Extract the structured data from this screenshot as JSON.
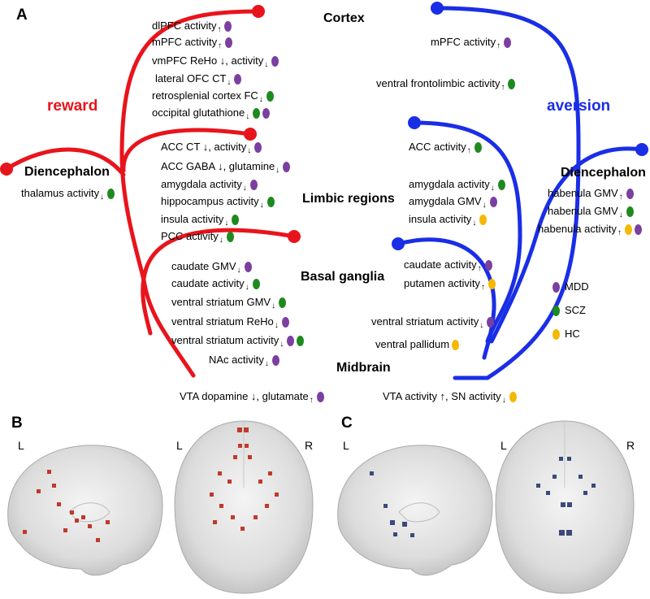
{
  "panels": {
    "a": "A",
    "b": "B",
    "c": "C"
  },
  "pathways": {
    "reward": "reward",
    "aversion": "aversion"
  },
  "regions": {
    "cortex": "Cortex",
    "limbic": "Limbic regions",
    "basal": "Basal ganglia",
    "midbrain": "Midbrain",
    "dien_left": "Diencephalon",
    "dien_right": "Diencephalon"
  },
  "colors": {
    "reward": "#e8141c",
    "aversion": "#1a2ee6",
    "MDD": "#7a3fa0",
    "SCZ": "#1e8a1e",
    "HC": "#f5b800"
  },
  "legend": [
    {
      "label": "MDD",
      "group": "MDD"
    },
    {
      "label": "SCZ",
      "group": "SCZ"
    },
    {
      "label": "HC",
      "group": "HC"
    }
  ],
  "reward_items": [
    {
      "id": "r1",
      "text": "dlPFC activity",
      "mark": "↑",
      "dots": [
        "MDD"
      ]
    },
    {
      "id": "r2",
      "text": "mPFC activity",
      "mark": "↑",
      "dots": [
        "MDD"
      ]
    },
    {
      "id": "r3",
      "text": "vmPFC ReHo ↓, activity",
      "mark": "↓",
      "dots": [
        "MDD"
      ]
    },
    {
      "id": "r4",
      "text": "lateral OFC CT",
      "mark": "↓",
      "dots": [
        "MDD"
      ]
    },
    {
      "id": "r5",
      "text": "retrosplenial cortex FC",
      "mark": "↓",
      "dots": [
        "SCZ"
      ]
    },
    {
      "id": "r6",
      "text": "occipital glutathione",
      "mark": "↓",
      "dots": [
        "SCZ",
        "MDD"
      ]
    },
    {
      "id": "r7",
      "text": "ACC CT ↓, activity",
      "mark": "↓",
      "dots": [
        "MDD"
      ]
    },
    {
      "id": "r8",
      "text": "ACC GABA ↓, glutamine",
      "mark": "↓",
      "dots": [
        "MDD"
      ]
    },
    {
      "id": "r9",
      "text": "amygdala activity",
      "mark": "↓",
      "dots": [
        "MDD"
      ]
    },
    {
      "id": "r10",
      "text": "hippocampus activity",
      "mark": "↓",
      "dots": [
        "SCZ"
      ]
    },
    {
      "id": "r11",
      "text": "insula activity",
      "mark": "↓",
      "dots": [
        "SCZ"
      ]
    },
    {
      "id": "r12",
      "text": "PCC activity",
      "mark": "↓",
      "dots": [
        "SCZ"
      ]
    },
    {
      "id": "r13",
      "text": "caudate GMV",
      "mark": "↓",
      "dots": [
        "MDD"
      ]
    },
    {
      "id": "r14",
      "text": "caudate activity",
      "mark": "↓",
      "dots": [
        "SCZ"
      ]
    },
    {
      "id": "r15",
      "text": "ventral striatum GMV",
      "mark": "↓",
      "dots": [
        "SCZ"
      ]
    },
    {
      "id": "r16",
      "text": "ventral striatum ReHo",
      "mark": "↓",
      "dots": [
        "MDD"
      ]
    },
    {
      "id": "r17",
      "text": "ventral striatum activity",
      "mark": "↓",
      "dots": [
        "MDD",
        "SCZ"
      ]
    },
    {
      "id": "r18",
      "text": "NAc activity",
      "mark": "↓",
      "dots": [
        "MDD"
      ]
    },
    {
      "id": "r19",
      "text": "VTA dopamine ↓, glutamate",
      "mark": "↑",
      "dots": [
        "MDD"
      ]
    },
    {
      "id": "r20",
      "text": "thalamus activity",
      "mark": "↓",
      "dots": [
        "SCZ"
      ]
    }
  ],
  "aversion_items": [
    {
      "id": "a1",
      "text": "mPFC activity",
      "mark": "↑",
      "dots": [
        "MDD"
      ]
    },
    {
      "id": "a2",
      "text": "ventral frontolimbic activity",
      "mark": "↑",
      "dots": [
        "SCZ"
      ]
    },
    {
      "id": "a3",
      "text": "ACC activity",
      "mark": "↑",
      "dots": [
        "SCZ"
      ]
    },
    {
      "id": "a4",
      "text": "amygdala activity",
      "mark": "↓",
      "dots": [
        "SCZ"
      ]
    },
    {
      "id": "a5",
      "text": "amygdala GMV",
      "mark": "↓",
      "dots": [
        "MDD"
      ]
    },
    {
      "id": "a6",
      "text": "insula activity",
      "mark": "↓",
      "dots": [
        "HC"
      ]
    },
    {
      "id": "a7",
      "text": "caudate activity",
      "mark": "↑",
      "dots": [
        "MDD"
      ]
    },
    {
      "id": "a8",
      "text": "putamen activity",
      "mark": "↑",
      "dots": [
        "HC"
      ]
    },
    {
      "id": "a9",
      "text": "ventral striatum activity",
      "mark": "↓",
      "dots": [
        "MDD"
      ]
    },
    {
      "id": "a10",
      "text": "ventral pallidum",
      "mark": "",
      "dots": [
        "HC"
      ]
    },
    {
      "id": "a11",
      "text": "VTA activity ↑, SN activity",
      "mark": "↓",
      "dots": [
        "HC"
      ]
    },
    {
      "id": "a12",
      "text": "habenula GMV",
      "mark": "↑",
      "dots": [
        "MDD"
      ]
    },
    {
      "id": "a13",
      "text": "habenula GMV",
      "mark": "↓",
      "dots": [
        "SCZ"
      ]
    },
    {
      "id": "a14",
      "text": "habenula activity",
      "mark": "↑",
      "dots": [
        "HC",
        "MDD"
      ]
    }
  ],
  "side_labels": {
    "b_left": "L",
    "b_right_l": "L",
    "b_right_r": "R",
    "c_left": "L",
    "c_right_l": "L",
    "c_right_r": "R"
  }
}
